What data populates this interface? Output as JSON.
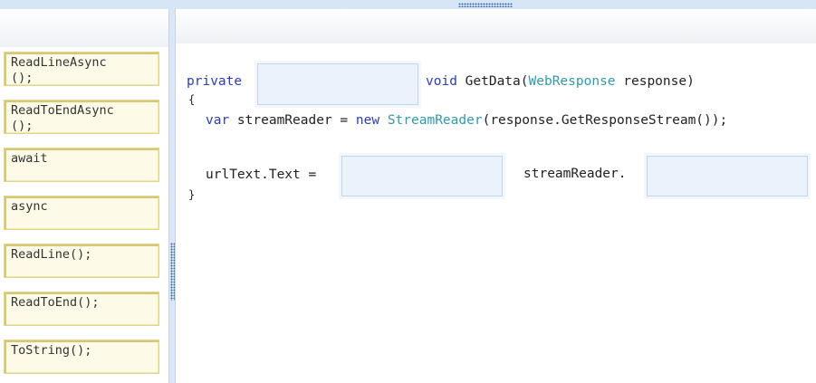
{
  "answer_choices": [
    {
      "label": "ReadLineAsync\n();"
    },
    {
      "label": "ReadToEndAsync\n();"
    },
    {
      "label": "await"
    },
    {
      "label": "async"
    },
    {
      "label": "ReadLine();"
    },
    {
      "label": "ReadToEnd();"
    },
    {
      "label": "ToString();"
    }
  ],
  "code": {
    "line1": {
      "private_kw": "private",
      "void_kw": "void",
      "method_name": " GetData(",
      "param_type": "WebResponse",
      "param_rest": " response)"
    },
    "open_brace": "{",
    "line2": {
      "var_kw": "var",
      "var_name": " streamReader = ",
      "new_kw": "new",
      "ctor_type": "StreamReader",
      "ctor_args": "(response.GetResponseStream());"
    },
    "line3": {
      "assign_left": "urlText.Text =",
      "member_access": "streamReader."
    },
    "close_brace": "}"
  },
  "colors": {
    "keyword": "#2a3cc4",
    "type": "#2f9aae",
    "tile_bg": "#fdfbe8",
    "drop_bg": "#eaf2fb"
  }
}
